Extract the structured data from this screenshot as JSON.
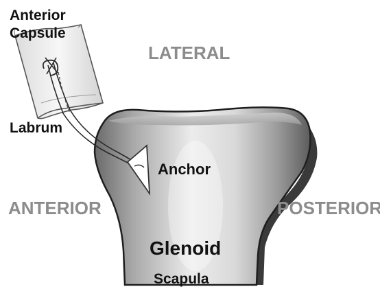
{
  "labels": {
    "anterior_capsule_line1": "Anterior",
    "anterior_capsule_line2": "Capsule",
    "lateral": "LATERAL",
    "labrum": "Labrum",
    "anchor": "Anchor",
    "anterior": "ANTERIOR",
    "posterior": "POSTERIOR",
    "glenoid": "Glenoid",
    "scapula": "Scapula"
  },
  "colors": {
    "direction_label": "#8c8c8c",
    "structure_label": "#111111",
    "bone_light": "#ededed",
    "bone_mid": "#bdbdbd",
    "bone_dark": "#5a5a5a",
    "bone_outline": "#1e1e1e",
    "capsule_fill": "#f4f4f4"
  },
  "icons": {
    "anchor_marker": "triangle-anchor-icon",
    "suture": "suture-loop-icon"
  }
}
